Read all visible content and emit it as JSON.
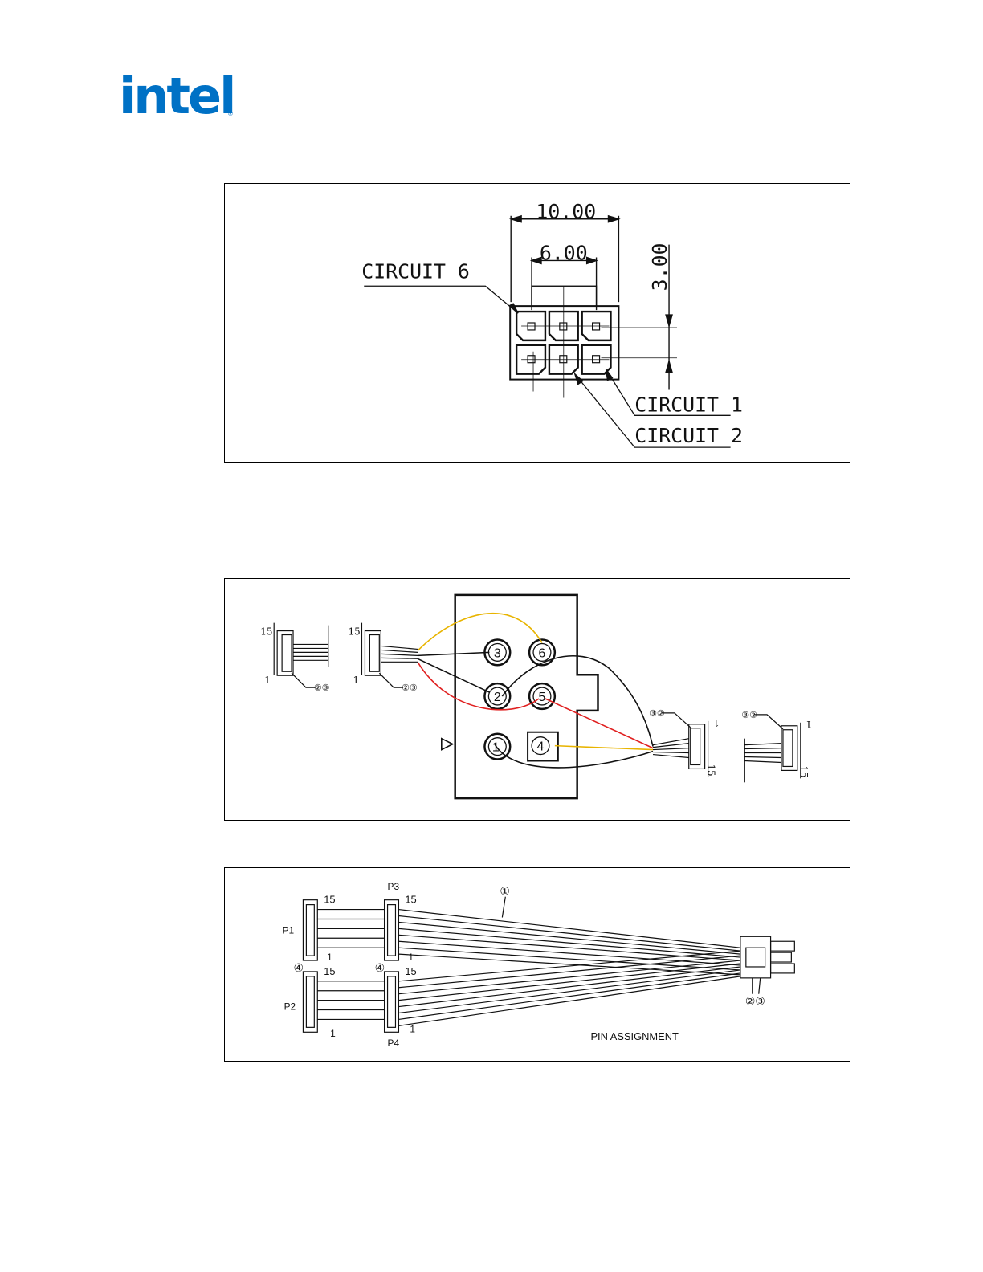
{
  "header": {
    "logo_text": "intel",
    "brand_color": "#0071c5"
  },
  "figure1": {
    "dim_overall": "10.00",
    "dim_inner": "6.00",
    "dim_pitch": "3.00",
    "label_circuit6": "CIRCUIT  6",
    "label_circuit1": "CIRCUIT  1",
    "label_circuit2": "CIRCUIT  2"
  },
  "figure2": {
    "pins": [
      "1",
      "2",
      "3",
      "4",
      "5",
      "6"
    ],
    "left_conn_a": {
      "top": "15",
      "bottom": "1",
      "callout": "②③"
    },
    "left_conn_b": {
      "top": "15",
      "bottom": "1",
      "callout": "②③"
    },
    "right_conn_a": {
      "top": "1",
      "bottom": "15",
      "callout": "③②"
    },
    "right_conn_b": {
      "top": "1",
      "bottom": "15",
      "callout": "③②"
    },
    "wire_colors": {
      "yellow": "#e8b400",
      "red": "#e02020",
      "black": "#111111"
    }
  },
  "figure3": {
    "p1": "P1",
    "p2": "P2",
    "p3": "P3",
    "p4": "P4",
    "n15": "15",
    "n1": "1",
    "callout_1": "①",
    "callout_4": "④",
    "callout_23": "②③",
    "caption": "PIN  ASSIGNMENT"
  }
}
